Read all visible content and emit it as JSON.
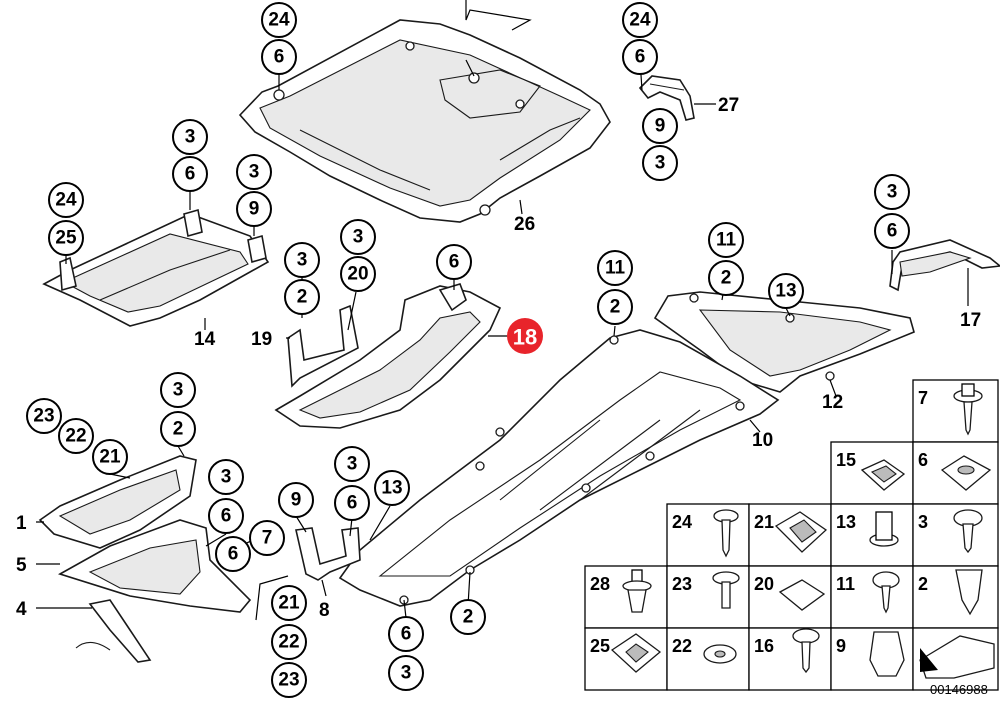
{
  "diagram": {
    "reference_number": "00146988",
    "highlight_label": "18",
    "labels": {
      "top_left_24": "24",
      "top_left_6": "6",
      "top_mid_24": "24",
      "top_mid_6": "6",
      "label_27": "27",
      "top_mid_9": "9",
      "top_mid_3": "3",
      "label_26": "26",
      "left_3a": "3",
      "left_6a": "6",
      "left_3b": "3",
      "left_9a": "9",
      "left_24": "24",
      "left_25": "25",
      "label_14": "14",
      "mid_3a": "3",
      "mid_2a": "2",
      "mid_3b": "3",
      "mid_20": "20",
      "label_19": "19",
      "mid_6a": "6",
      "right_3a": "3",
      "right_6a": "6",
      "label_17": "17",
      "r11a": "11",
      "r2a": "2",
      "r13a": "13",
      "label_12": "12",
      "c11": "11",
      "c2": "2",
      "label_10": "10",
      "ll3": "3",
      "ll2": "2",
      "ll23": "23",
      "ll22": "22",
      "ll21": "21",
      "label_1": "1",
      "label_5": "5",
      "label_4": "4",
      "ll3b": "3",
      "ll6a": "6",
      "ll6b": "6",
      "ll7": "7",
      "bot21": "21",
      "bot22": "22",
      "bot23": "23",
      "bm9": "9",
      "bm3": "3",
      "bm6": "6",
      "bm13": "13",
      "label_8": "8",
      "bm2": "2",
      "bm6b": "6",
      "bm3b": "3"
    },
    "fastener_grid": [
      {
        "label": "7"
      },
      {
        "label": "15"
      },
      {
        "label": "6"
      },
      {
        "label": "24"
      },
      {
        "label": "21"
      },
      {
        "label": "13"
      },
      {
        "label": "3"
      },
      {
        "label": "28"
      },
      {
        "label": "23"
      },
      {
        "label": "20"
      },
      {
        "label": "11"
      },
      {
        "label": "2"
      },
      {
        "label": "25"
      },
      {
        "label": "22"
      },
      {
        "label": "16"
      },
      {
        "label": "9"
      }
    ]
  }
}
